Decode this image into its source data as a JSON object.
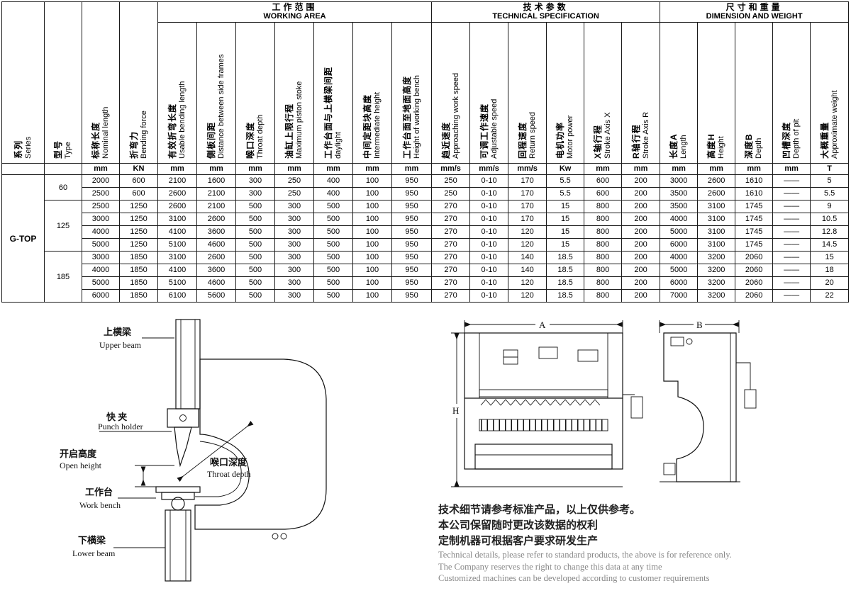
{
  "table": {
    "groups": {
      "working_area": {
        "zh": "工作范围",
        "en": "WORKING AREA"
      },
      "technical": {
        "zh": "技术参数",
        "en": "TECHNICAL SPECIFICATION"
      },
      "dimension": {
        "zh": "尺寸和重量",
        "en": "DIMENSION AND WEIGHT"
      }
    },
    "columns": [
      {
        "zh": "系列",
        "en": "Series",
        "unit": ""
      },
      {
        "zh": "型号",
        "en": "Type",
        "unit": ""
      },
      {
        "zh": "标称长度",
        "en": "Nominal length",
        "unit": "mm"
      },
      {
        "zh": "折弯力",
        "en": "Bending force",
        "unit": "KN"
      },
      {
        "zh": "有效折弯长度",
        "en": "Usable bending length",
        "unit": "mm"
      },
      {
        "zh": "侧板间距",
        "en": "Distance between side frames",
        "unit": "mm"
      },
      {
        "zh": "喉口深度",
        "en": "Throat depth",
        "unit": "mm"
      },
      {
        "zh": "油缸上限行程",
        "en": "Maximum piston stoke",
        "unit": "mm"
      },
      {
        "zh": "工作台面与上横梁间距",
        "en": "daylight",
        "unit": "mm"
      },
      {
        "zh": "中间定距块高度",
        "en": "Intermediate height",
        "unit": "mm"
      },
      {
        "zh": "工作台面至地面高度",
        "en": "Height of working bench",
        "unit": "mm"
      },
      {
        "zh": "趋近速度",
        "en": "Approaching work speed",
        "unit": "mm/s"
      },
      {
        "zh": "可调工作速度",
        "en": "Adjustable speed",
        "unit": "mm/s"
      },
      {
        "zh": "回程速度",
        "en": "Return speed",
        "unit": "mm/s"
      },
      {
        "zh": "电机功率",
        "en": "Motor power",
        "unit": "Kw"
      },
      {
        "zh": "X轴行程",
        "en": "Stroke Axis X",
        "unit": "mm"
      },
      {
        "zh": "R轴行程",
        "en": "Stroke Axis R",
        "unit": "mm"
      },
      {
        "zh": "长度A",
        "en": "Length",
        "unit": "mm"
      },
      {
        "zh": "高度H",
        "en": "Height",
        "unit": "mm"
      },
      {
        "zh": "深度B",
        "en": "Depth",
        "unit": "mm"
      },
      {
        "zh": "凹槽深度",
        "en": "Depth of pit",
        "unit": "mm"
      },
      {
        "zh": "大概重量",
        "en": "Approximate weight",
        "unit": "T"
      }
    ],
    "series": "G-TOP",
    "type_groups": [
      {
        "type": "60",
        "rows": 2
      },
      {
        "type": "125",
        "rows": 4
      },
      {
        "type": "185",
        "rows": 4
      }
    ],
    "rows": [
      [
        "2000",
        "600",
        "2100",
        "1600",
        "300",
        "250",
        "400",
        "100",
        "950",
        "250",
        "0-10",
        "170",
        "5.5",
        "600",
        "200",
        "3000",
        "2600",
        "1610",
        "——",
        "5"
      ],
      [
        "2500",
        "600",
        "2600",
        "2100",
        "300",
        "250",
        "400",
        "100",
        "950",
        "250",
        "0-10",
        "170",
        "5.5",
        "600",
        "200",
        "3500",
        "2600",
        "1610",
        "——",
        "5.5"
      ],
      [
        "2500",
        "1250",
        "2600",
        "2100",
        "500",
        "300",
        "500",
        "100",
        "950",
        "270",
        "0-10",
        "170",
        "15",
        "800",
        "200",
        "3500",
        "3100",
        "1745",
        "——",
        "9"
      ],
      [
        "3000",
        "1250",
        "3100",
        "2600",
        "500",
        "300",
        "500",
        "100",
        "950",
        "270",
        "0-10",
        "170",
        "15",
        "800",
        "200",
        "4000",
        "3100",
        "1745",
        "——",
        "10.5"
      ],
      [
        "4000",
        "1250",
        "4100",
        "3600",
        "500",
        "300",
        "500",
        "100",
        "950",
        "270",
        "0-10",
        "120",
        "15",
        "800",
        "200",
        "5000",
        "3100",
        "1745",
        "——",
        "12.8"
      ],
      [
        "5000",
        "1250",
        "5100",
        "4600",
        "500",
        "300",
        "500",
        "100",
        "950",
        "270",
        "0-10",
        "120",
        "15",
        "800",
        "200",
        "6000",
        "3100",
        "1745",
        "——",
        "14.5"
      ],
      [
        "3000",
        "1850",
        "3100",
        "2600",
        "500",
        "300",
        "500",
        "100",
        "950",
        "270",
        "0-10",
        "140",
        "18.5",
        "800",
        "200",
        "4000",
        "3200",
        "2060",
        "——",
        "15"
      ],
      [
        "4000",
        "1850",
        "4100",
        "3600",
        "500",
        "300",
        "500",
        "100",
        "950",
        "270",
        "0-10",
        "140",
        "18.5",
        "800",
        "200",
        "5000",
        "3200",
        "2060",
        "——",
        "18"
      ],
      [
        "5000",
        "1850",
        "5100",
        "4600",
        "500",
        "300",
        "500",
        "100",
        "950",
        "270",
        "0-10",
        "120",
        "18.5",
        "800",
        "200",
        "6000",
        "3200",
        "2060",
        "——",
        "20"
      ],
      [
        "6000",
        "1850",
        "6100",
        "5600",
        "500",
        "300",
        "500",
        "100",
        "950",
        "270",
        "0-10",
        "120",
        "18.5",
        "800",
        "200",
        "7000",
        "3200",
        "2060",
        "——",
        "22"
      ]
    ]
  },
  "left_drawing": {
    "upper_beam": {
      "zh": "上横梁",
      "en": "Upper beam"
    },
    "punch_holder": {
      "zh": "快 夹",
      "en": "Punch holder"
    },
    "open_height": {
      "zh": "开启高度",
      "en": "Open height"
    },
    "throat_depth": {
      "zh": "喉口深度",
      "en": "Throat depth"
    },
    "work_bench": {
      "zh": "工作台",
      "en": "Work bench"
    },
    "lower_beam": {
      "zh": "下横梁",
      "en": "Lower beam"
    }
  },
  "right_drawing": {
    "dim_a": "A",
    "dim_b": "B",
    "dim_h": "H"
  },
  "notes": {
    "zh1": "技术细节请参考标准产品，以上仅供参考。",
    "zh2": "本公司保留随时更改该数据的权利",
    "zh3": "定制机器可根据客户要求研发生产",
    "en1": "Technical details, please refer to standard products, the above is for reference only.",
    "en2": "The Company reserves the right to change this data at any time",
    "en3": "Customized machines can be developed according to customer requirements"
  }
}
